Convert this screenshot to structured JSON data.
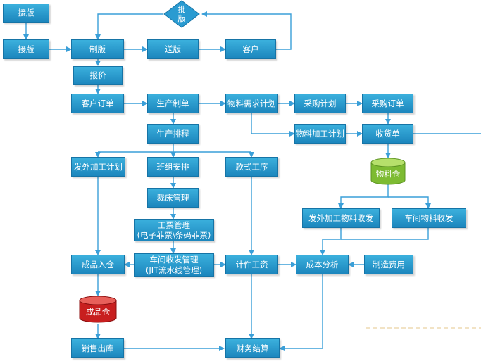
{
  "nodes": {
    "jieban_top": "接版",
    "jieban": "接版",
    "zhiban": "制版",
    "songban": "送版",
    "kehu": "客户",
    "pizhun": "批\n版",
    "baojia": "报价",
    "kehu_dingdan": "客户订单",
    "shengchan_zhidan": "生产制单",
    "wuliao_xuqiu": "物料需求计划",
    "caigou_jihua": "采购计划",
    "caigou_dingdan": "采购订单",
    "wuliao_jiagong": "物料加工计划",
    "shouhuo": "收货单",
    "shengchan_paicheng": "生产排程",
    "waifa_jiagong": "发外加工计划",
    "banzu_anpai": "班组安排",
    "kuanshi_gongxu": "款式工序",
    "wuliaocang": "物料仓",
    "caichuang": "裁床管理",
    "waifa_wuliao": "发外加工物料收发",
    "chejian_wuliao": "车间物料收发",
    "gongpiao": "工票管理\n(电子菲票\\条码菲票)",
    "chengpin_rucang": "成品入仓",
    "chejian_shoufa": "车间收发管理\n(JIT流水线管理)",
    "jijian_gongzi": "计件工资",
    "chengben_fenxi": "成本分析",
    "zhizao_feiyong": "制造费用",
    "chengpincang": "成品仓",
    "xiaoshou_chuku": "销售出库",
    "caiwu_jiesuan": "财务结算"
  },
  "colors": {
    "node_fill": "#2a9bd1",
    "line": "#3a9fd8",
    "material_warehouse": "#8cc63f",
    "product_warehouse": "#d42a2a"
  }
}
